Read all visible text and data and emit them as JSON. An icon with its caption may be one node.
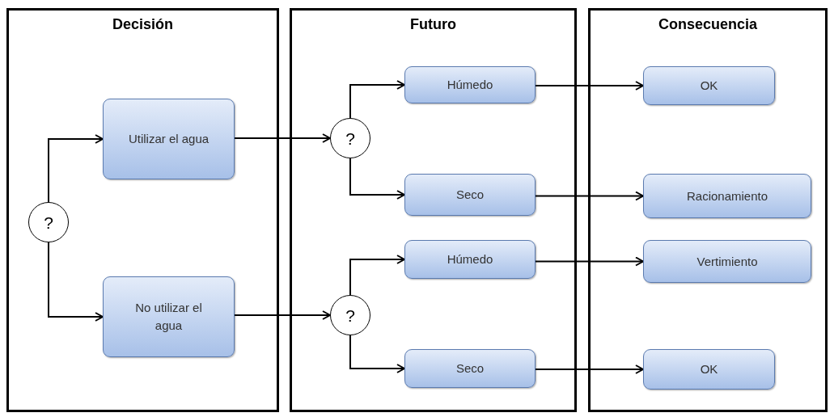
{
  "diagram": {
    "nodes": [
      {
        "text": [
          "Decisión"
        ]
      },
      {
        "text": [
          "Futuro"
        ]
      },
      {
        "text": [
          "Consecuencia"
        ]
      },
      {
        "text": [
          "?"
        ],
        "in": 0
      },
      {
        "text": [
          "Utilizar el agua"
        ],
        "in": 0
      },
      {
        "text": [
          "No utilizar el agua"
        ],
        "in": 0
      },
      {
        "text": [
          "?"
        ],
        "in": 1
      },
      {
        "text": [
          "Húmedo"
        ],
        "in": 1
      },
      {
        "text": [
          "Seco"
        ],
        "in": 1
      },
      {
        "text": [
          "?"
        ],
        "in": 1
      },
      {
        "text": [
          "Húmedo"
        ],
        "in": 1
      },
      {
        "text": [
          "Seco"
        ],
        "in": 1
      },
      {
        "text": [
          "OK"
        ],
        "in": 2
      },
      {
        "text": [
          "Racionamiento"
        ],
        "in": 2
      },
      {
        "text": [
          "Vertimiento"
        ],
        "in": 2
      },
      {
        "text": [
          "OK"
        ],
        "in": 2
      }
    ],
    "edges": [
      {
        "from": 3,
        "to": 4,
        "arrow": "to"
      },
      {
        "from": 3,
        "to": 5,
        "arrow": "to"
      },
      {
        "from": 4,
        "to": 6,
        "arrow": "to"
      },
      {
        "from": 5,
        "to": 9,
        "arrow": "to"
      },
      {
        "from": 6,
        "to": 7,
        "arrow": "to"
      },
      {
        "from": 6,
        "to": 8,
        "arrow": "to"
      },
      {
        "from": 9,
        "to": 10,
        "arrow": "to"
      },
      {
        "from": 9,
        "to": 11,
        "arrow": "to"
      },
      {
        "from": 7,
        "to": 12,
        "arrow": "to"
      },
      {
        "from": 8,
        "to": 13,
        "arrow": "to"
      },
      {
        "from": 10,
        "to": 14,
        "arrow": "to"
      },
      {
        "from": 11,
        "to": 15,
        "arrow": "to"
      }
    ]
  }
}
